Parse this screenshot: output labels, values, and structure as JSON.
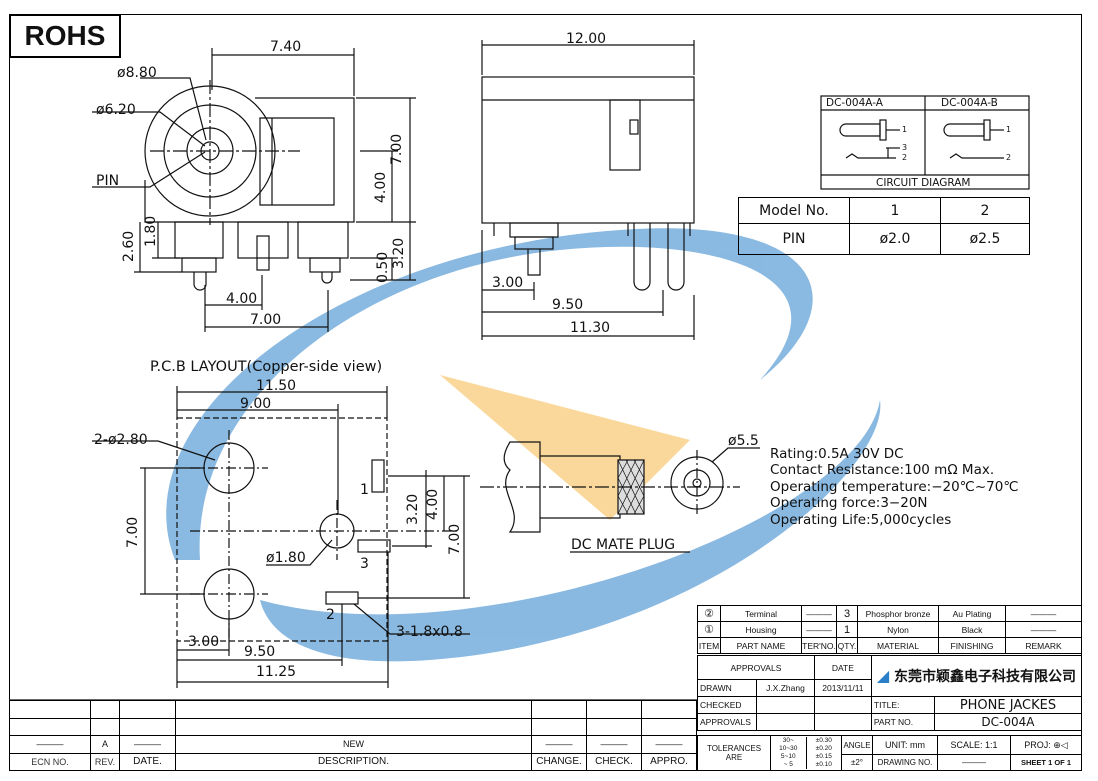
{
  "rohs": "ROHS",
  "front_view": {
    "dims": {
      "d880": "ø8.80",
      "d620": "ø6.20",
      "w740": "7.40",
      "pin": "PIN",
      "h700": "7.00",
      "h400": "4.00",
      "v260": "2.60",
      "v180": "1.80",
      "v320": "3.20",
      "v050": "0.50",
      "b400": "4.00",
      "b700": "7.00"
    }
  },
  "side_view": {
    "dims": {
      "w1200": "12.00",
      "d300": "3.00",
      "d950": "9.50",
      "d1130": "11.30"
    }
  },
  "circuit": {
    "header_a": "DC-004A-A",
    "header_b": "DC-004A-B",
    "caption": "CIRCUIT DIAGRAM",
    "pins_a": [
      "1",
      "3",
      "2"
    ],
    "pins_b": [
      "1",
      "2"
    ]
  },
  "model_table": {
    "row1": [
      "Model No.",
      "1",
      "2"
    ],
    "row2": [
      "PIN",
      "ø2.0",
      "ø2.5"
    ]
  },
  "pcb": {
    "title": "P.C.B LAYOUT(Copper-side view)",
    "dims": {
      "w1150": "11.50",
      "w900": "9.00",
      "holes": "2-ø2.80",
      "h700": "7.00",
      "v320": "3.20",
      "v400": "4.00",
      "v700r": "7.00",
      "d180": "ø1.80",
      "slots": "3-1.8x0.8",
      "b300": "3.00",
      "b950": "9.50",
      "b1125": "11.25"
    },
    "pins": [
      "1",
      "3",
      "2"
    ]
  },
  "plug": {
    "caption": "DC MATE PLUG",
    "dia": "ø5.5"
  },
  "specs": [
    "Rating:0.5A 30V DC",
    "Contact Resistance:100 mΩ Max.",
    "Operating temperature:−20℃~70℃",
    "Operating force:3−20N",
    "Operating Life:5,000cycles"
  ],
  "bom": {
    "rows": [
      [
        "②",
        "Terminal",
        "———",
        "3",
        "Phosphor bronze",
        "Au Plating",
        "———"
      ],
      [
        "①",
        "Housing",
        "———",
        "1",
        "Nylon",
        "Black",
        "———"
      ]
    ],
    "header": [
      "ITEM",
      "PART NAME",
      "TER'NO.",
      "QTY.",
      "MATERIAL",
      "FINISHING",
      "REMARK"
    ]
  },
  "title_block": {
    "approvals": "APPROVALS",
    "date": "DATE",
    "drawn": "DRAWN",
    "drawn_by": "J.X.Zhang",
    "drawn_date": "2013/11/11",
    "checked": "CHECKED",
    "approvals2": "APPROVALS",
    "company": "东莞市颖鑫电子科技有限公司",
    "title_label": "TITLE:",
    "title": "PHONE JACKES",
    "part_label": "PART NO.",
    "part_no": "DC-004A",
    "tol_label": "TOLERANCES ARE",
    "tol_ranges": [
      "30~",
      "10~30",
      "5~10",
      "~ 5"
    ],
    "tol_values": [
      "±0.30",
      "±0.20",
      "±0.15",
      "±0.10"
    ],
    "angle": "ANGLE",
    "angle_tol": "±2°",
    "unit": "UNIT: mm",
    "scale": "SCALE:  1:1",
    "proj": "PROJ:",
    "drawing_no": "DRAWING NO.",
    "drawing_no_val": "———",
    "sheet": "SHEET  1  OF  1"
  },
  "revision": {
    "row": [
      "———",
      "A",
      "———",
      "NEW",
      "———",
      "———",
      "———"
    ],
    "header": [
      "ECN NO.",
      "REV.",
      "DATE.",
      "DESCRIPTION.",
      "CHANGE.",
      "CHECK.",
      "APPRO."
    ]
  },
  "colors": {
    "watermark_blue": "#2a7fc8",
    "watermark_orange": "#f6b94a",
    "line": "#111111"
  }
}
